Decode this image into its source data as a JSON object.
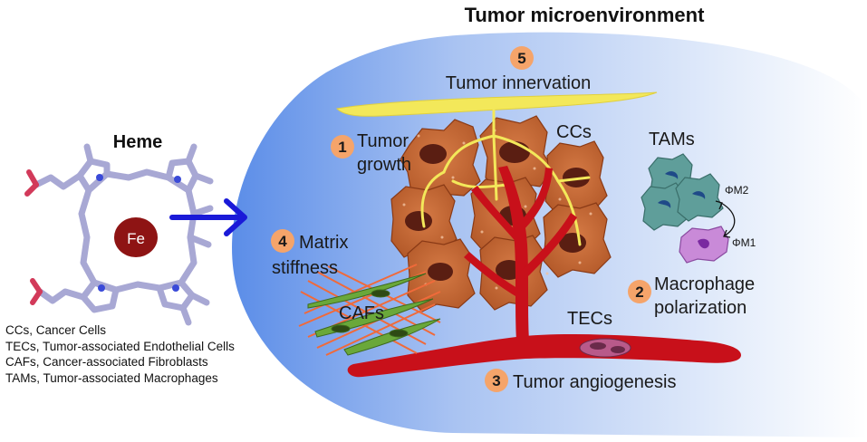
{
  "title": "Tumor microenvironment",
  "heme": {
    "label": "Heme",
    "metal": "Fe"
  },
  "factors": [
    {
      "num": "1",
      "line1": "Tumor",
      "line2": "growth"
    },
    {
      "num": "2",
      "line1": "Macrophage",
      "line2": "polarization"
    },
    {
      "num": "3",
      "line1": "Tumor angiogenesis",
      "line2": ""
    },
    {
      "num": "4",
      "line1": "Matrix",
      "line2": "stiffness"
    },
    {
      "num": "5",
      "line1": "Tumor innervation",
      "line2": ""
    }
  ],
  "cells": {
    "ccs": "CCs",
    "tams": "TAMs",
    "cafs": "CAFs",
    "tecs": "TECs",
    "m2": "ΦM2",
    "m1": "ΦM1"
  },
  "legend": [
    "CCs, Cancer Cells",
    "TECs, Tumor-associated Endothelial Cells",
    "CAFs, Cancer-associated Fibroblasts",
    "TAMs, Tumor-associated Macrophages"
  ],
  "colors": {
    "nerve": "#f3e85a",
    "vessel": "#c8101a",
    "tumor_cell": "#c86a38",
    "nucleus": "#5a1e12",
    "macrophage_m2": "#5f9e9a",
    "macrophage_m1": "#c98ad8",
    "caf": "#6aa83a",
    "matrix": "#f06a3a",
    "badge": "#f5a46a",
    "arrow": "#1a1ad8",
    "heme_ring": "#a8a8d4",
    "fe": "#8e1414"
  }
}
